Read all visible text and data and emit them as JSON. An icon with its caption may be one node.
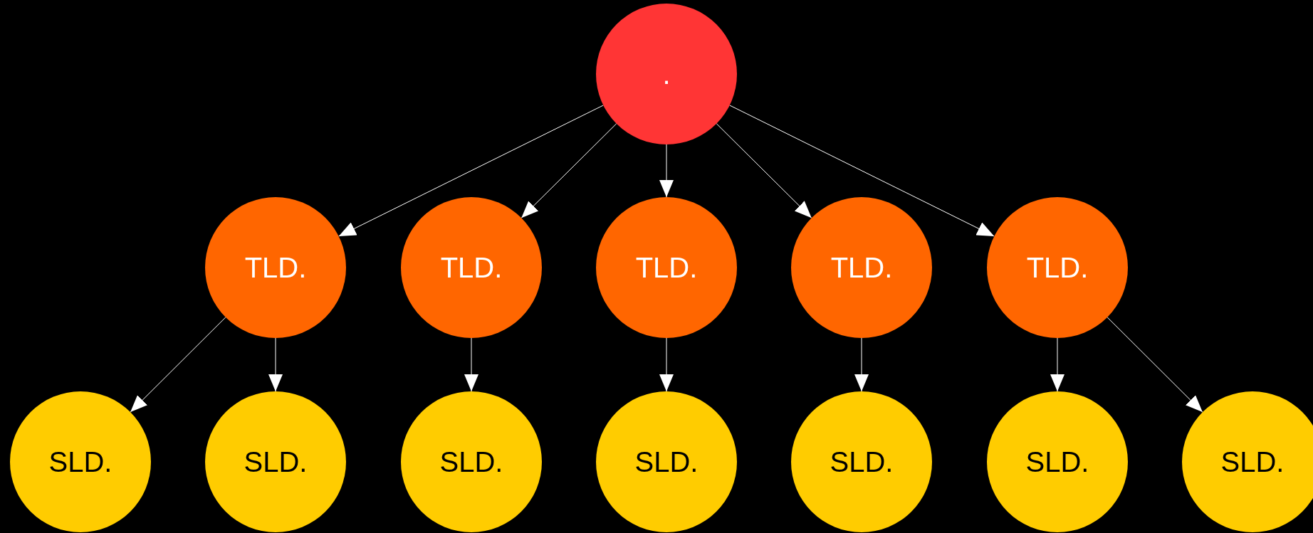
{
  "diagram": {
    "nodes": [
      {
        "text": [
          "."
        ]
      },
      {
        "text": [
          "TLD."
        ]
      },
      {
        "text": [
          "TLD."
        ]
      },
      {
        "text": [
          "TLD."
        ]
      },
      {
        "text": [
          "TLD."
        ]
      },
      {
        "text": [
          "TLD."
        ]
      },
      {
        "text": [
          "SLD."
        ]
      },
      {
        "text": [
          "SLD."
        ]
      },
      {
        "text": [
          "SLD."
        ]
      },
      {
        "text": [
          "SLD."
        ]
      },
      {
        "text": [
          "SLD."
        ]
      },
      {
        "text": [
          "SLD."
        ]
      },
      {
        "text": [
          "SLD."
        ]
      }
    ],
    "edges": [
      {
        "from": 0,
        "to": 1,
        "arrow": "to"
      },
      {
        "from": 0,
        "to": 2,
        "arrow": "to"
      },
      {
        "from": 0,
        "to": 3,
        "arrow": "to"
      },
      {
        "from": 0,
        "to": 4,
        "arrow": "to"
      },
      {
        "from": 0,
        "to": 5,
        "arrow": "to"
      },
      {
        "from": 1,
        "to": 6,
        "arrow": "to"
      },
      {
        "from": 1,
        "to": 7,
        "arrow": "to"
      },
      {
        "from": 2,
        "to": 8,
        "arrow": "to"
      },
      {
        "from": 3,
        "to": 9,
        "arrow": "to"
      },
      {
        "from": 4,
        "to": 10,
        "arrow": "to"
      },
      {
        "from": 5,
        "to": 11,
        "arrow": "to"
      },
      {
        "from": 5,
        "to": 12,
        "arrow": "to"
      }
    ]
  }
}
